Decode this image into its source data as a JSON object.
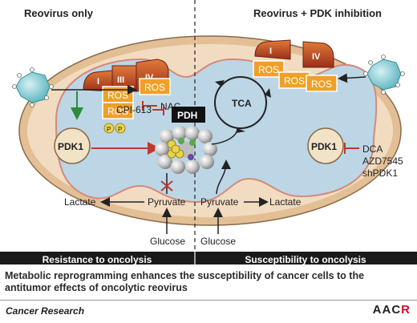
{
  "panels": {
    "left_title": "Reovirus only",
    "right_title": "Reovirus + PDK inhibition"
  },
  "complexes": {
    "left": [
      "I",
      "III",
      "IV"
    ],
    "right": [
      "I",
      "IV"
    ]
  },
  "ros_label": "ROS",
  "labels": {
    "nac": "NAC",
    "tca": "TCA",
    "pdh": "PDH",
    "cpi": "CPI-613",
    "pdk1": "PDK1",
    "p": "P",
    "lactate": "Lactate",
    "pyruvate": "Pyruvate",
    "glucose": "Glucose"
  },
  "inhibitors": [
    "DCA",
    "AZD7545",
    "shPDK1"
  ],
  "outcome": {
    "left": "Resistance to oncolysis",
    "right": "Susceptibility to oncolysis"
  },
  "caption": "Metabolic reprogramming enhances the susceptibility of cancer cells to the antitumor effects of oncolytic reovirus",
  "journal": "Cancer Research",
  "logo": {
    "a1": "AAC",
    "r": "R"
  },
  "colors": {
    "ros_fill": "#f0a028",
    "membrane": "#e9c9a3",
    "matrix": "#bcd6e6",
    "pdk_fill": "#f2e3c6",
    "inhibit": "#c0392b",
    "virus": "#6cc3cc",
    "band": "#1a1a1a"
  }
}
